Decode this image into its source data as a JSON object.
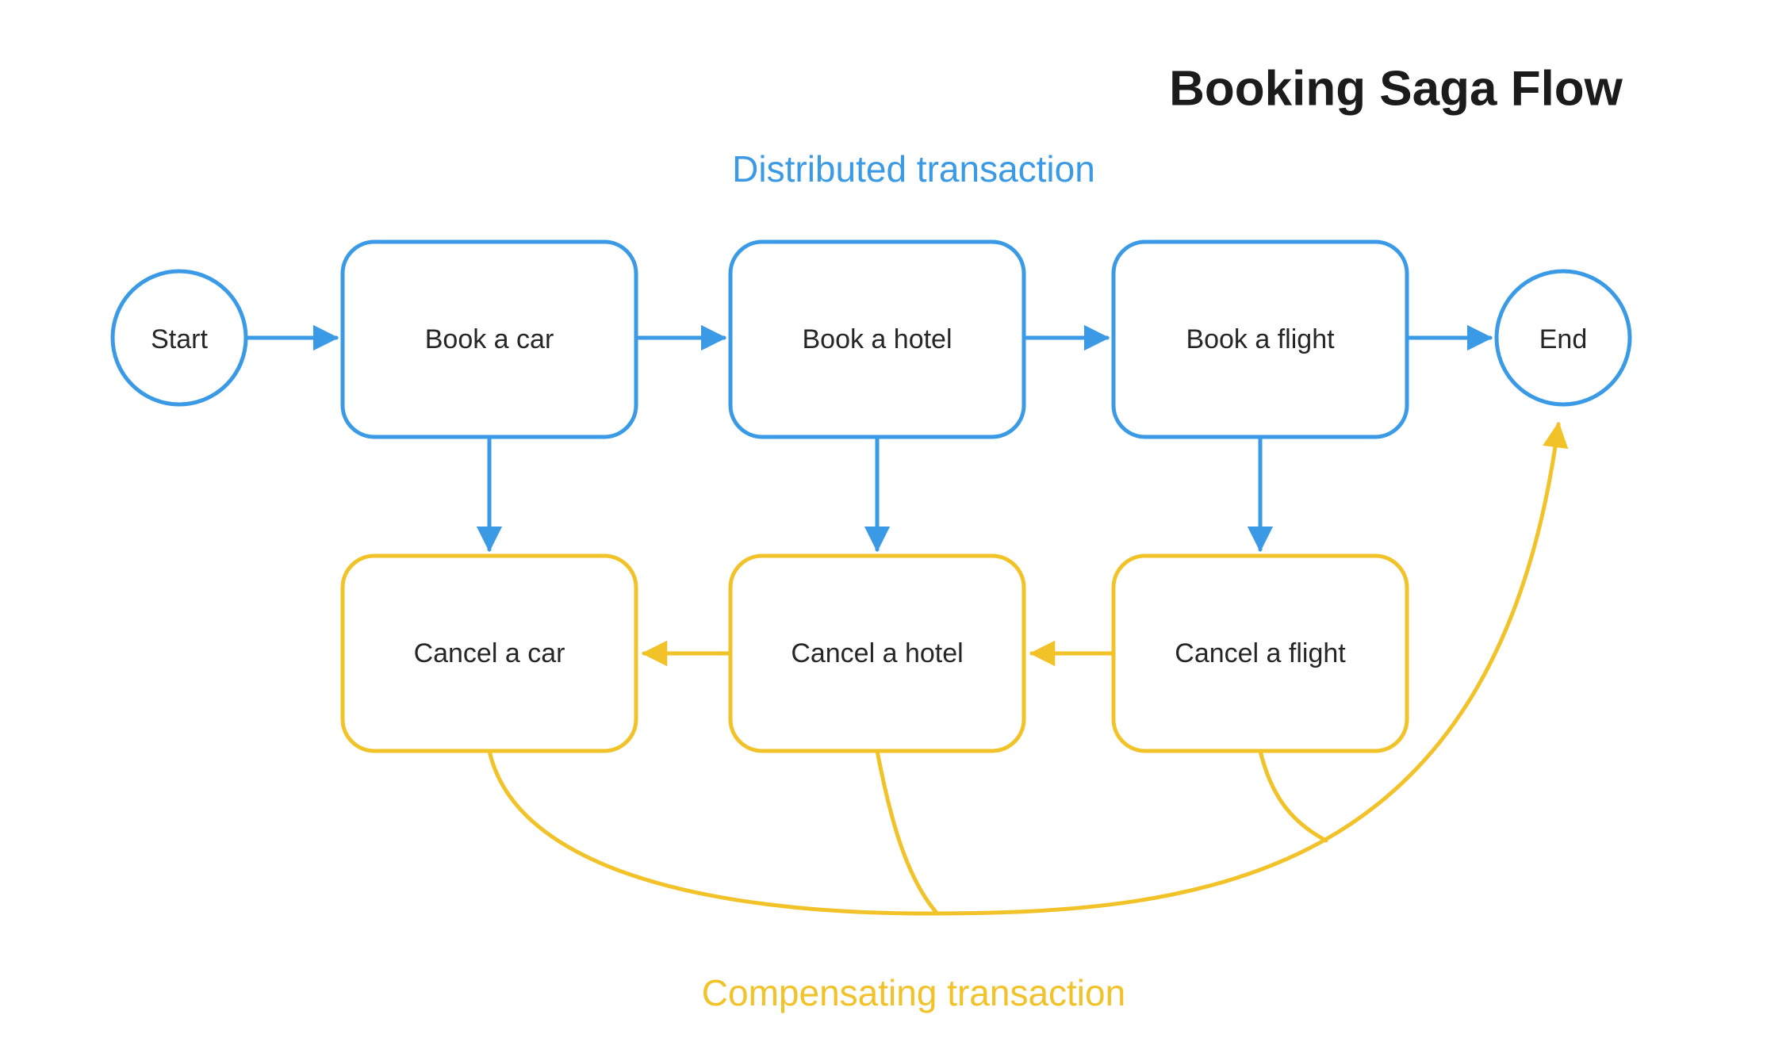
{
  "title": "Booking Saga Flow",
  "colors": {
    "blue": "#3a9ae6",
    "yellow": "#f2c229",
    "text": "#262626",
    "background": "#ffffff"
  },
  "labels": {
    "distributed": "Distributed transaction",
    "compensating": "Compensating transaction"
  },
  "nodes": {
    "start": "Start",
    "book_car": "Book a car",
    "book_hotel": "Book a hotel",
    "book_flight": "Book a flight",
    "end": "End",
    "cancel_car": "Cancel a car",
    "cancel_hotel": "Cancel a hotel",
    "cancel_flight": "Cancel a flight"
  }
}
